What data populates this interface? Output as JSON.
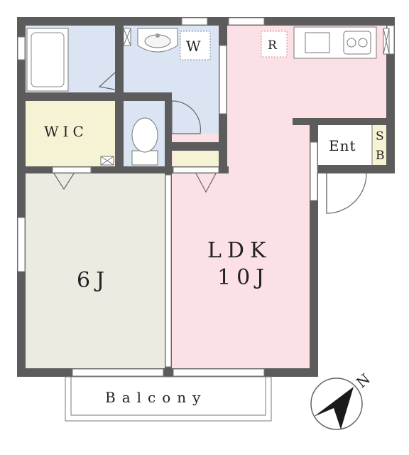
{
  "rooms": {
    "wic": "WIC",
    "washroom": "W",
    "refrigerator": "R",
    "entrance": "Ent",
    "shoe_box_1": "S",
    "shoe_box_2": "B",
    "ldk_line1": "LDK",
    "ldk_line2": "10J",
    "bedroom": "6J",
    "balcony": "Balcony"
  },
  "compass": {
    "north": "N"
  },
  "colors": {
    "wall": "#5c5c5c",
    "wet_area": "#dbe4f3",
    "ldk": "#fbe1e6",
    "wic": "#f6f3d4",
    "bedroom": "#ecebe2",
    "entrance": "#ffffff"
  }
}
